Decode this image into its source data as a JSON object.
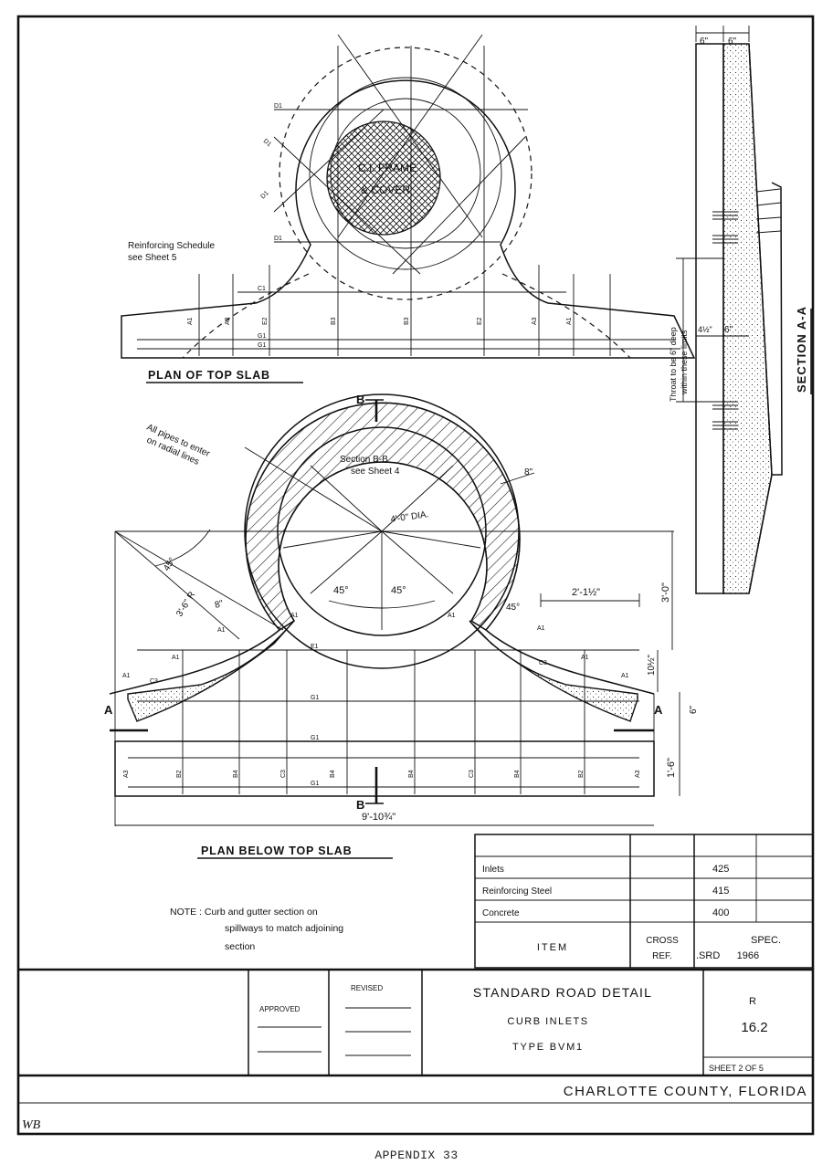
{
  "plan_top": {
    "title": "PLAN OF TOP SLAB",
    "frame_lines": [
      "C.I. FRAME",
      "& COVER"
    ],
    "schedule_lines": [
      "Reinforcing Schedule",
      "see Sheet 5"
    ],
    "bar_marks_d": [
      "D1",
      "D1",
      "D1",
      "D1"
    ],
    "bar_marks_bottom": [
      "A1",
      "A3",
      "E2",
      "B3",
      "B3",
      "E2",
      "A3",
      "A1"
    ],
    "mark_c1": "C1",
    "marks_g1": [
      "G1",
      "G1"
    ]
  },
  "plan_below": {
    "title": "PLAN BELOW TOP SLAB",
    "section_b_lines": [
      "Section B-B",
      "see Sheet 4"
    ],
    "pipes_note": [
      "All pipes to enter",
      "on radial lines"
    ],
    "section_b_mark": "B",
    "section_a_mark": "A",
    "dims": {
      "diameter": "4'-0\" DIA.",
      "wall": "8\"",
      "wall_left": "8\"",
      "angle_left": "45°",
      "angle_right": "45°",
      "angle_top": "45°",
      "angle_side": "45°",
      "radius": "3'-6\" R",
      "offset": "2'-1½\"",
      "height": "3'-0\"",
      "throat": "10½\"",
      "curb": "6\"",
      "depth": "1'-6\"",
      "overall": "9'-10¾\""
    },
    "marks_a1": [
      "A1",
      "A1",
      "A1",
      "A1",
      "A1",
      "A1",
      "A1",
      "A1"
    ],
    "marks_c3": [
      "C3",
      "C3"
    ],
    "mark_e1": "E1",
    "marks_g": [
      "G1",
      "G1",
      "G1"
    ],
    "bar_marks_bottom": [
      "A3",
      "B2",
      "B4",
      "C3",
      "B4",
      "B4",
      "C3",
      "B4",
      "B2",
      "A3"
    ]
  },
  "section_aa": {
    "title": "SECTION A-A",
    "dims_top": [
      "6\"",
      "6\""
    ],
    "throat_note": [
      "Throat to be 6\" deep",
      "within these limits"
    ],
    "dim_4half": "4½\"",
    "dim_6": "6\""
  },
  "note": [
    "NOTE : Curb and gutter section on",
    "spillways to match adjoining",
    "section"
  ],
  "item_table": {
    "rows": [
      {
        "item": "Inlets",
        "ref": "",
        "spec": "425"
      },
      {
        "item": "Reinforcing Steel",
        "ref": "",
        "spec": "415"
      },
      {
        "item": "Concrete",
        "ref": "",
        "spec": "400"
      }
    ],
    "header_item": "ITEM",
    "header_ref": [
      "CROSS",
      "REF."
    ],
    "header_spec_top": "SPEC.",
    "header_spec_bottom": ".SRD      1966"
  },
  "title_block": {
    "approved": "APPROVED",
    "revised": "REVISED",
    "line1": "STANDARD ROAD DETAIL",
    "line2": "CURB INLETS",
    "line3": "TYPE BVM1",
    "rev_letter": "R",
    "number": "16.2",
    "sheet": "SHEET 2 OF 5",
    "county": "CHARLOTTE COUNTY, FLORIDA"
  },
  "initials": "WB",
  "appendix": "APPENDIX 33"
}
